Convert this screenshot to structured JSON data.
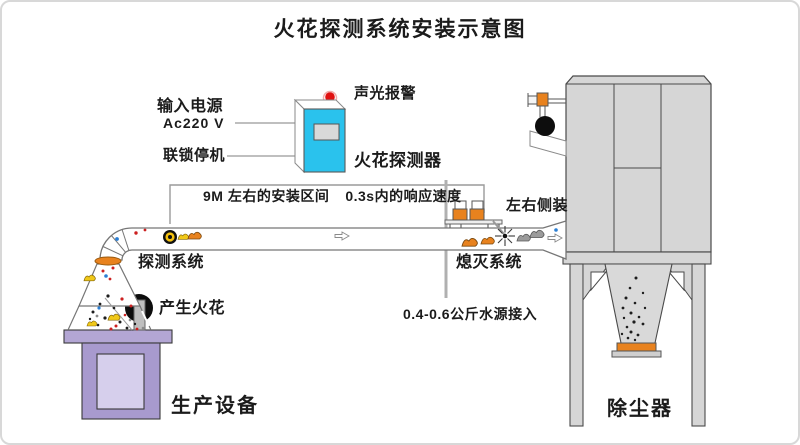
{
  "title": "火花探测系统安装示意图",
  "annotations": {
    "power_input": "输入电源",
    "power_spec": "Ac220 V",
    "interlock_stop": "联锁停机",
    "sound_light_alarm": "声光报警",
    "spark_detector": "火花探测器",
    "install_interval": "9M 左右的安装区间",
    "response_speed": "0.3s内的响应速度",
    "side_mount": "左右侧装",
    "detection_system": "探测系统",
    "extinguish_system": "熄灭系统",
    "spark_generation": "产生火花",
    "water_supply": "0.4-0.6公斤水源接入",
    "production_equipment": "生产设备",
    "dust_collector": "除尘器"
  },
  "colors": {
    "detector_body": "#2AC2ED",
    "alarm_red": "#E01111",
    "flame_orange": "#E8821E",
    "flame_yellow": "#F0C818",
    "extinguished_grey": "#9B9B9B",
    "machine_purple": "#A89ACE",
    "collector_grey": "#D6D6D6"
  }
}
